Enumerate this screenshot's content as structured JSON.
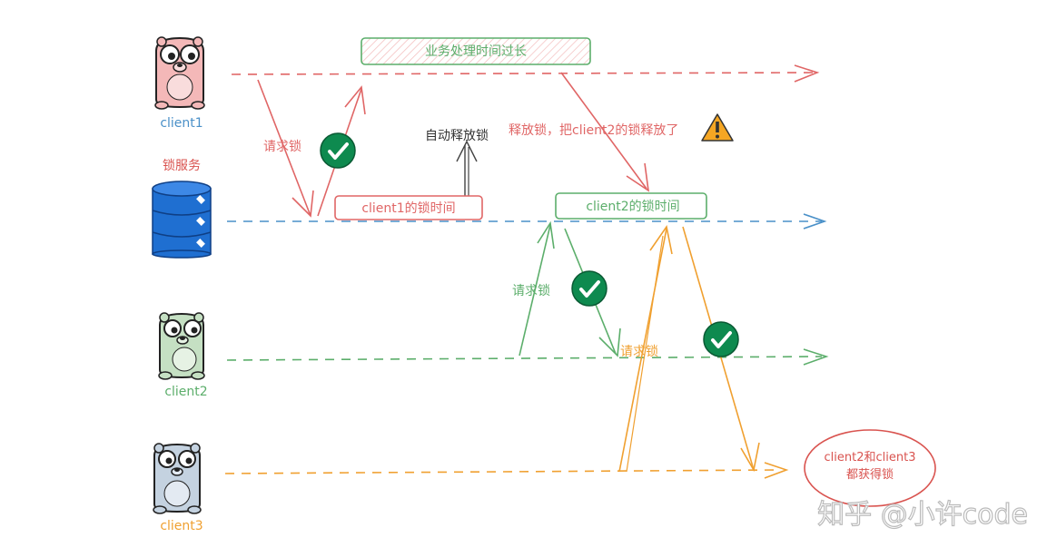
{
  "actors": {
    "client1": "client1",
    "client2": "client2",
    "client3": "client3",
    "lock_service": "锁服务"
  },
  "boxes": {
    "business_long": "业务处理时间过长",
    "client1_lock_time": "client1的锁时间",
    "client2_lock_time": "client2的锁时间"
  },
  "labels": {
    "request_lock_1": "请求锁",
    "auto_release": "自动释放锁",
    "release_wrong": "释放锁，把client2的锁释放了",
    "request_lock_2": "请求锁",
    "request_lock_3": "请求锁",
    "both_acquire_line1": "client2和client3",
    "both_acquire_line2": "都获得锁"
  },
  "watermark": "知乎 @小许code",
  "icons": {
    "gopher": "gopher-mascot-icon",
    "database": "database-icon",
    "check": "check-circle-icon",
    "warning": "warning-icon"
  },
  "colors": {
    "red": "#e06666",
    "blue": "#4a90c8",
    "green": "#5cae6b",
    "orange": "#f0a030",
    "check_bg": "#0e8a4f",
    "db_blue": "#1f6fd1"
  }
}
